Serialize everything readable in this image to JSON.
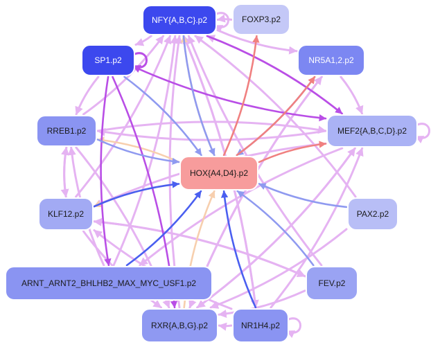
{
  "colors": {
    "edge_pink": "#e5b3f2",
    "edge_violet": "#b94ee6",
    "edge_blue": "#4a5ff0",
    "edge_lightblue": "#8f9af0",
    "edge_salmon": "#f08080",
    "edge_peach": "#f7cfae",
    "node_border": "#ffffff"
  },
  "nodes": [
    {
      "id": "nfy",
      "label": "NFY{A,B,C}.p2",
      "fill": "#3c48ee",
      "light_text": true
    },
    {
      "id": "foxp3",
      "label": "FOXP3.p2",
      "fill": "#c4c8f7",
      "light_text": false
    },
    {
      "id": "sp1",
      "label": "SP1.p2",
      "fill": "#3c48ee",
      "light_text": true
    },
    {
      "id": "nr5a12",
      "label": "NR5A1,2.p2",
      "fill": "#7c87f2",
      "light_text": true
    },
    {
      "id": "rreb1",
      "label": "RREB1.p2",
      "fill": "#8a94f2",
      "light_text": false
    },
    {
      "id": "mef2",
      "label": "MEF2{A,B,C,D}.p2",
      "fill": "#aab2f5",
      "light_text": false
    },
    {
      "id": "hox",
      "label": "HOX{A4,D4}.p2",
      "fill": "#f79c9c",
      "light_text": false
    },
    {
      "id": "klf12",
      "label": "KLF12.p2",
      "fill": "#a2aaf4",
      "light_text": false
    },
    {
      "id": "pax2",
      "label": "PAX2.p2",
      "fill": "#b8bef6",
      "light_text": false
    },
    {
      "id": "arnt",
      "label": "ARNT_ARNT2_BHLHB2_MAX_MYC_USF1.p2",
      "fill": "#8a94f2",
      "light_text": false
    },
    {
      "id": "fev",
      "label": "FEV.p2",
      "fill": "#9aa3f3",
      "light_text": false
    },
    {
      "id": "rxr",
      "label": "RXR{A,B,G}.p2",
      "fill": "#8f99f2",
      "light_text": false
    },
    {
      "id": "nr1h4",
      "label": "NR1H4.p2",
      "fill": "#8a94f2",
      "light_text": false
    }
  ],
  "edges": [
    {
      "from": "klf12",
      "to": "hox",
      "color": "edge_blue"
    },
    {
      "from": "arnt",
      "to": "hox",
      "color": "edge_blue"
    },
    {
      "from": "nr1h4",
      "to": "hox",
      "color": "edge_blue"
    },
    {
      "from": "fev",
      "to": "hox",
      "color": "edge_lightblue"
    },
    {
      "from": "pax2",
      "to": "hox",
      "color": "edge_lightblue"
    },
    {
      "from": "rreb1",
      "to": "hox",
      "color": "edge_lightblue"
    },
    {
      "from": "sp1",
      "to": "hox",
      "color": "edge_lightblue"
    },
    {
      "from": "nfy",
      "to": "hox",
      "color": "edge_lightblue"
    },
    {
      "from": "nr5a12",
      "to": "hox",
      "color": "edge_lightblue"
    },
    {
      "from": "hox",
      "to": "foxp3",
      "color": "edge_salmon"
    },
    {
      "from": "hox",
      "to": "mef2",
      "color": "edge_salmon"
    },
    {
      "from": "hox",
      "to": "nr5a12",
      "color": "edge_salmon"
    },
    {
      "from": "sp1",
      "to": "mef2",
      "color": "edge_violet"
    },
    {
      "from": "sp1",
      "to": "rxr",
      "color": "edge_violet"
    },
    {
      "from": "sp1",
      "to": "arnt",
      "color": "edge_violet"
    },
    {
      "from": "nfy",
      "to": "mef2",
      "color": "edge_violet"
    },
    {
      "from": "rreb1",
      "to": "nfy",
      "color": "edge_pink"
    },
    {
      "from": "rreb1",
      "to": "mef2",
      "color": "edge_pink"
    },
    {
      "from": "rreb1",
      "to": "klf12",
      "color": "edge_pink"
    },
    {
      "from": "rreb1",
      "to": "rxr",
      "color": "edge_pink"
    },
    {
      "from": "klf12",
      "to": "nfy",
      "color": "edge_pink"
    },
    {
      "from": "klf12",
      "to": "rreb1",
      "color": "edge_pink"
    },
    {
      "from": "klf12",
      "to": "rxr",
      "color": "edge_pink"
    },
    {
      "from": "klf12",
      "to": "fev",
      "color": "edge_pink"
    },
    {
      "from": "arnt",
      "to": "nfy",
      "color": "edge_pink"
    },
    {
      "from": "arnt",
      "to": "rreb1",
      "color": "edge_pink"
    },
    {
      "from": "mef2",
      "to": "nfy",
      "color": "edge_pink"
    },
    {
      "from": "mef2",
      "to": "rreb1",
      "color": "edge_pink"
    },
    {
      "from": "mef2",
      "to": "klf12",
      "color": "edge_pink"
    },
    {
      "from": "mef2",
      "to": "rxr",
      "color": "edge_pink"
    },
    {
      "from": "mef2",
      "to": "arnt",
      "color": "edge_pink"
    },
    {
      "from": "fev",
      "to": "nfy",
      "color": "edge_pink"
    },
    {
      "from": "fev",
      "to": "klf12",
      "color": "edge_pink"
    },
    {
      "from": "fev",
      "to": "rxr",
      "color": "edge_pink"
    },
    {
      "from": "nr1h4",
      "to": "nfy",
      "color": "edge_pink"
    },
    {
      "from": "nr1h4",
      "to": "klf12",
      "color": "edge_pink"
    },
    {
      "from": "nr1h4",
      "to": "mef2",
      "color": "edge_pink"
    },
    {
      "from": "rxr",
      "to": "nfy",
      "color": "edge_pink"
    },
    {
      "from": "rxr",
      "to": "mef2",
      "color": "edge_pink"
    },
    {
      "from": "rxr",
      "to": "nr5a12",
      "color": "edge_pink"
    },
    {
      "from": "pax2",
      "to": "nfy",
      "color": "edge_pink"
    },
    {
      "from": "pax2",
      "to": "rxr",
      "color": "edge_pink"
    },
    {
      "from": "sp1",
      "to": "rreb1",
      "color": "edge_pink"
    },
    {
      "from": "nfy",
      "to": "sp1",
      "color": "edge_pink"
    },
    {
      "from": "foxp3",
      "to": "nfy",
      "color": "edge_pink"
    },
    {
      "from": "nr5a12",
      "to": "mef2",
      "color": "edge_pink"
    },
    {
      "from": "nfy",
      "to": "nr5a12",
      "color": "edge_pink"
    },
    {
      "from": "nfy",
      "to": "nr1h4",
      "color": "edge_pink"
    },
    {
      "from": "nr5a12",
      "to": "rxr",
      "color": "edge_pink"
    },
    {
      "from": "hox",
      "to": "rreb1",
      "color": "edge_peach"
    },
    {
      "from": "hox",
      "to": "nfy",
      "color": "edge_peach"
    },
    {
      "from": "hox",
      "to": "klf12",
      "color": "edge_peach"
    },
    {
      "from": "rxr",
      "to": "hox",
      "color": "edge_peach"
    },
    {
      "from": "nr1h4",
      "to": "rxr",
      "color": "edge_pink"
    }
  ],
  "self_loops": [
    {
      "node": "nfy",
      "color": "edge_pink"
    },
    {
      "node": "sp1",
      "color": "edge_violet"
    },
    {
      "node": "mef2",
      "color": "edge_pink"
    },
    {
      "node": "nr1h4",
      "color": "edge_pink"
    }
  ]
}
